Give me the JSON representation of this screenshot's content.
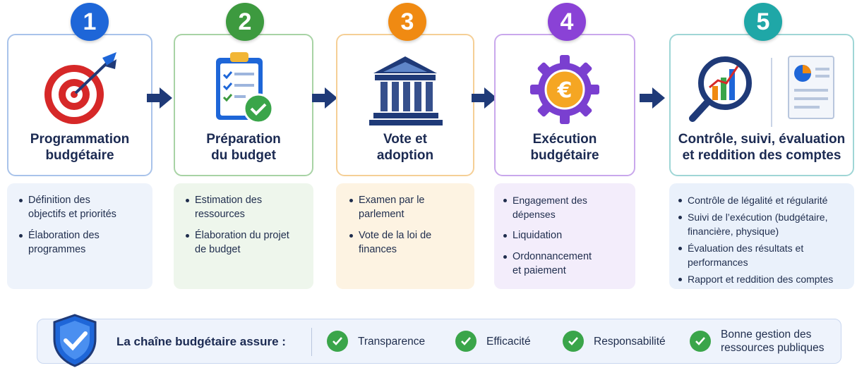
{
  "stages": [
    {
      "number": "1",
      "title_line1": "Programmation",
      "title_line2": "budgétaire",
      "icon": "target-icon",
      "items": [
        "Définition des objectifs et priorités",
        "Élaboration des programmes"
      ],
      "colors": {
        "badge": "#1e66d8",
        "border": "#a9c3ea",
        "list_bg": "#eef3fb"
      }
    },
    {
      "number": "2",
      "title_line1": "Préparation",
      "title_line2": "du budget",
      "icon": "clipboard-checklist-icon",
      "items": [
        "Estimation des ressources",
        "Élaboration du projet de budget"
      ],
      "colors": {
        "badge": "#3d9a3f",
        "border": "#a8d3a5",
        "list_bg": "#eef6ec"
      }
    },
    {
      "number": "3",
      "title_line1": "Vote et",
      "title_line2": "adoption",
      "icon": "parliament-building-icon",
      "items": [
        "Examen par le parlement",
        "Vote de la loi de finances"
      ],
      "colors": {
        "badge": "#f08a12",
        "border": "#f5cf96",
        "list_bg": "#fdf3e2"
      }
    },
    {
      "number": "4",
      "title_line1": "Exécution",
      "title_line2": "budgétaire",
      "icon": "euro-gear-icon",
      "items": [
        "Engagement des dépenses",
        "Liquidation",
        "Ordonnancement et paiement"
      ],
      "colors": {
        "badge": "#8a42d6",
        "border": "#c9a8ec",
        "list_bg": "#f3edfb"
      }
    },
    {
      "number": "5",
      "title_line1": "Contrôle, suivi, évaluation",
      "title_line2": "et reddition des comptes",
      "icon": "magnifier-report-icon",
      "items": [
        "Contrôle de légalité et régularité",
        "Suivi de l’exécution (budgétaire, financière, physique)",
        "Évaluation des résultats et performances",
        "Rapport et reddition des comptes"
      ],
      "colors": {
        "badge": "#1fa7a7",
        "border": "#9fd6d6",
        "list_bg": "#eaf1fb"
      }
    }
  ],
  "footer": {
    "lead": "La chaîne budgétaire assure :",
    "items": [
      "Transparence",
      "Efficacité",
      "Responsabilité",
      "Bonne gestion des ressources publiques"
    ]
  },
  "colors": {
    "arrow": "#1f3a78",
    "check": "#3aa54a",
    "shield": "#1e66d8"
  }
}
